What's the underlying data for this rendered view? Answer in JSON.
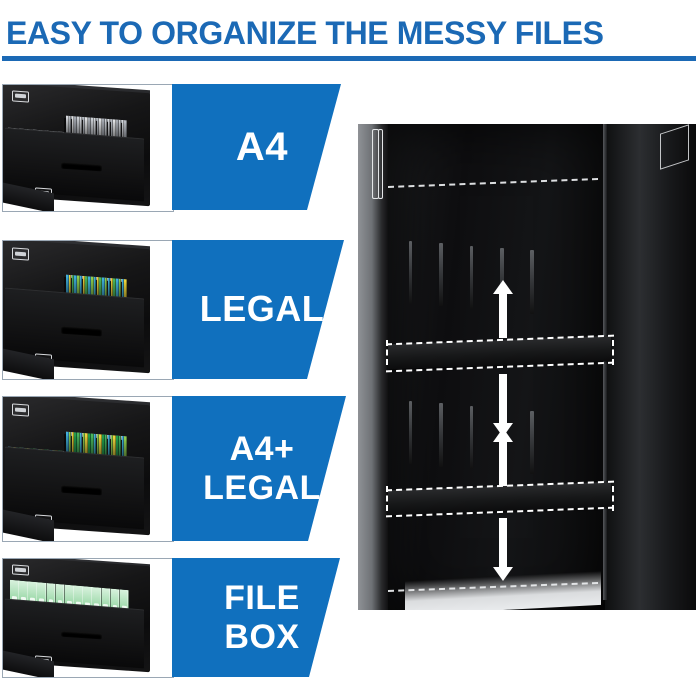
{
  "header": {
    "title": "EASY TO ORGANIZE THE MESSY FILES",
    "rule_color": "#1b69b5",
    "title_color": "#1b69b5"
  },
  "theme": {
    "accent_blue": "#1070be",
    "title_blue": "#1b69b5",
    "panel_text_color": "#ffffff",
    "photo_border": "#9aa7b4",
    "cabinet_black": "#101011"
  },
  "rows": [
    {
      "id": "a4",
      "label_lines": [
        "A4"
      ],
      "photo_name": "file-cabinet-drawer-a4-photo",
      "photo_alt": "Open black lateral file cabinet drawer filled with gray and white hanging file folders",
      "file_colors": [
        "#d8dbe0",
        "#b9bec6",
        "#e6e8ea",
        "#a8adb5",
        "#cfd3d8"
      ],
      "panel_color": "#1070be"
    },
    {
      "id": "legal",
      "label_lines": [
        "LEGAL"
      ],
      "photo_name": "file-cabinet-drawer-legal-photo",
      "photo_alt": "Open black lateral file cabinet drawer filled with blue, green and yellow hanging file folders",
      "file_colors": [
        "#3fb2e0",
        "#f2d93a",
        "#49b85c",
        "#3fb2e0",
        "#8fd14f"
      ],
      "panel_color": "#1070be"
    },
    {
      "id": "a4-plus-legal",
      "label_lines": [
        "A4+",
        "LEGAL"
      ],
      "photo_name": "file-cabinet-drawer-a4-plus-legal-photo",
      "photo_alt": "Open black lateral file cabinet drawer with mixed A4 and legal size colored hanging folders",
      "file_colors": [
        "#3fb2e0",
        "#8fd14f",
        "#f2d93a",
        "#1f9e4e",
        "#49b85c"
      ],
      "panel_color": "#1070be"
    },
    {
      "id": "file-box",
      "label_lines": [
        "FILE",
        "BOX"
      ],
      "photo_name": "file-cabinet-drawer-file-box-photo",
      "photo_alt": "Open black lateral file cabinet drawer filled with a row of mint green lever arch file boxes",
      "file_colors": [
        "#a4dcb0",
        "#7fcb92",
        "#5fb377"
      ],
      "panel_color": "#1070be"
    }
  ],
  "right_photo": {
    "name": "cabinet-interior-adjustable-rails-photo",
    "alt": "Interior of black filing cabinet showing two adjustable hanging file rails outlined with white dashed lines and white up and down arrows indicating height adjustment",
    "annotations": [
      {
        "type": "dashed-outline",
        "target": "upper-adjustable-rail"
      },
      {
        "type": "arrow",
        "direction": "up",
        "near": "upper-adjustable-rail"
      },
      {
        "type": "arrow",
        "direction": "down",
        "near": "upper-adjustable-rail"
      },
      {
        "type": "dashed-outline",
        "target": "lower-adjustable-rail"
      },
      {
        "type": "arrow",
        "direction": "up",
        "near": "lower-adjustable-rail"
      },
      {
        "type": "arrow",
        "direction": "down",
        "near": "lower-adjustable-rail"
      },
      {
        "type": "dashed-line",
        "target": "top-rail-position"
      },
      {
        "type": "dashed-line",
        "target": "bottom-rail-position"
      }
    ]
  }
}
